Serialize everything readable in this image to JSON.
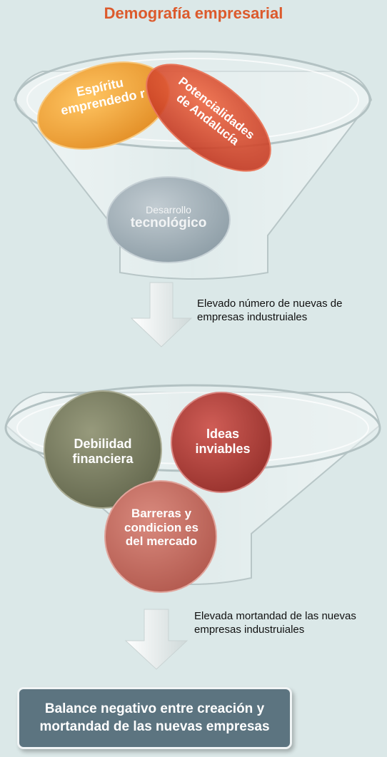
{
  "title": "Demografía empresarial",
  "funnel_top": {
    "items": [
      {
        "label": "Espíritu emprendedo r",
        "color": "#f0a33a"
      },
      {
        "label": "Potencialidades de Andalucía",
        "color": "#d9462a"
      },
      {
        "label_small": "Desarrollo",
        "label_bold": "tecnológico",
        "color": "#a4b3bb"
      }
    ]
  },
  "step1_text": "Elevado número de nuevas de empresas industruiales",
  "funnel_bottom": {
    "items": [
      {
        "label": "Debilidad financiera",
        "color": "#7c8064"
      },
      {
        "label": "Ideas inviables",
        "color": "#b2433e"
      },
      {
        "label": "Barreras y condicion es del mercado",
        "color": "#c56a5e"
      }
    ]
  },
  "step2_text": "Elevada mortandad de las nuevas empresas industruiales",
  "result_text": "Balance negativo entre creación y mortandad de las nuevas empresas"
}
